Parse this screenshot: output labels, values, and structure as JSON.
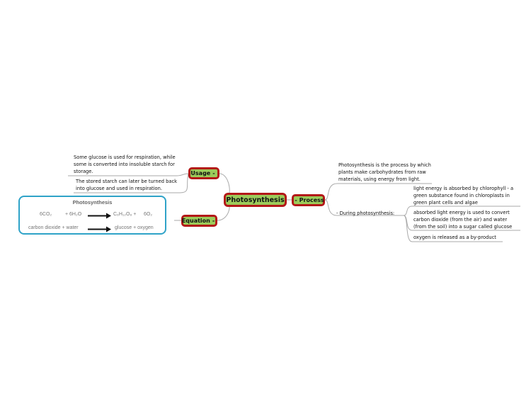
{
  "central": {
    "label": "Photosynthesis"
  },
  "branches": {
    "usage": {
      "label": "Usage",
      "toggle": "-",
      "notes": [
        "Some glucose is used for respiration, while some is converted into insoluble starch for storage.",
        "The stored starch can later be turned back into glucose and used in respiration."
      ]
    },
    "equation": {
      "label": "Equation",
      "toggle": "-",
      "image": {
        "title": "Photosynthesis",
        "reactant_1": "6CO₂",
        "reactant_2": "+ 6H₂O",
        "product_1": "C₆H₁₂O₆ +",
        "product_2": "6O₂",
        "word_reactants": "carbon dioxide + water",
        "word_products": "glucose + oxygen"
      }
    },
    "process": {
      "label": "Process",
      "toggle": "-",
      "definition": "Photosynthesis is the process by which plants make carbohydrates from raw materials, using energy from light.",
      "during": {
        "toggle": "-",
        "label": "During photosynthesis:",
        "steps": [
          "light energy is absorbed by chlorophyll - a green substance found in chloroplasts in green plant cells and algae",
          "absorbed light energy is used to convert carbon dioxide (from the air) and water (from the soil) into a sugar called glucose",
          "oxygen is released as a by-product"
        ]
      }
    }
  },
  "colors": {
    "node_fill": "#9ccb5a",
    "node_border": "#b31818",
    "connector": "#aaaaaa",
    "image_border": "#2fa3c8"
  }
}
